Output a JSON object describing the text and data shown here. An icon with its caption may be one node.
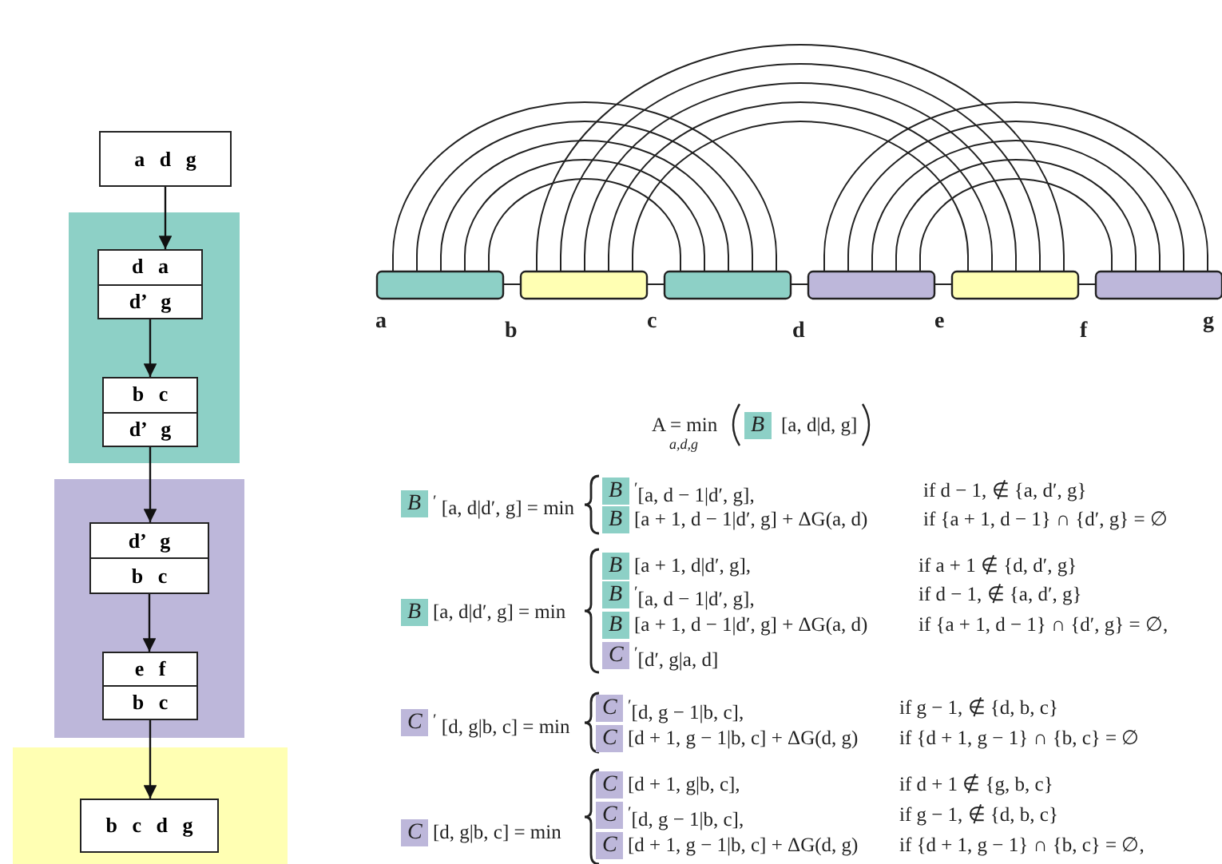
{
  "diagram": {
    "nodes": [
      {
        "text": [
          "a d g"
        ]
      },
      {
        "text": [],
        "shape": "box"
      },
      {
        "text": [
          "d a",
          "d’ g"
        ],
        "in": 1
      },
      {
        "text": [
          "b c",
          "d’ g"
        ],
        "in": 1
      },
      {
        "text": [],
        "shape": "box"
      },
      {
        "text": [
          "d’ g",
          "b c"
        ],
        "in": 4
      },
      {
        "text": [
          "e f",
          "b c"
        ],
        "in": 4
      },
      {
        "text": [],
        "shape": "box"
      },
      {
        "text": [
          "b c d g"
        ],
        "in": 7
      }
    ],
    "edges": [
      {
        "from": 0,
        "to": 2,
        "arrow": "to"
      },
      {
        "from": 2,
        "to": 3,
        "arrow": "to"
      },
      {
        "from": 3,
        "to": 5,
        "arrow": "to"
      },
      {
        "from": 5,
        "to": 6,
        "arrow": "to"
      },
      {
        "from": 6,
        "to": 8,
        "arrow": "to"
      }
    ],
    "labels": [
      "a",
      "b",
      "c",
      "d",
      "e",
      "f",
      "g",
      "A = min",
      "a,d,g",
      "B",
      "[a, d|d, g]",
      "B",
      "$^{′}$ [a, d|d′, g] = min",
      "B",
      "$^{′}$[a, d − 1|d′, g],",
      "if d − 1, ∉ {a, d′, g}",
      "B",
      "[a + 1, d − 1|d′, g] + ΔG(a, d)",
      "if {a + 1, d − 1} ∩ {d′, g} = ∅",
      "B",
      "[a, d|d′, g] = min",
      "B",
      "[a + 1, d|d′, g],",
      "if a + 1 ∉ {d, d′, g}",
      "B",
      "$^{′}$[a, d − 1|d′, g],",
      "if d − 1, ∉ {a, d′, g}",
      "B",
      "[a + 1, d − 1|d′, g] + ΔG(a, d)",
      "if {a + 1, d − 1} ∩ {d′, g} = ∅,",
      "C",
      "$^{′}$[d′, g|a, d]",
      "C",
      "$^{′}$ [d, g|b, c] = min",
      "C",
      "$^{′}$[d, g − 1|b, c],",
      "if g − 1, ∉ {d, b, c}",
      "C",
      "[d + 1, g − 1|b, c] + ΔG(d, g)",
      "if {d + 1, g − 1} ∩ {b, c} = ∅",
      "C",
      "[d, g|b, c] = min",
      "C",
      "[d + 1, g|b, c],",
      "if d + 1 ∉ {g, b, c}",
      "C",
      "$^{′}$[d, g − 1|b, c],",
      "if g − 1, ∉ {d, b, c}",
      "C",
      "[d + 1, g − 1|b, c] + ΔG(d, g)",
      "if {d + 1, g − 1} ∩ {b, c} = ∅,"
    ]
  }
}
